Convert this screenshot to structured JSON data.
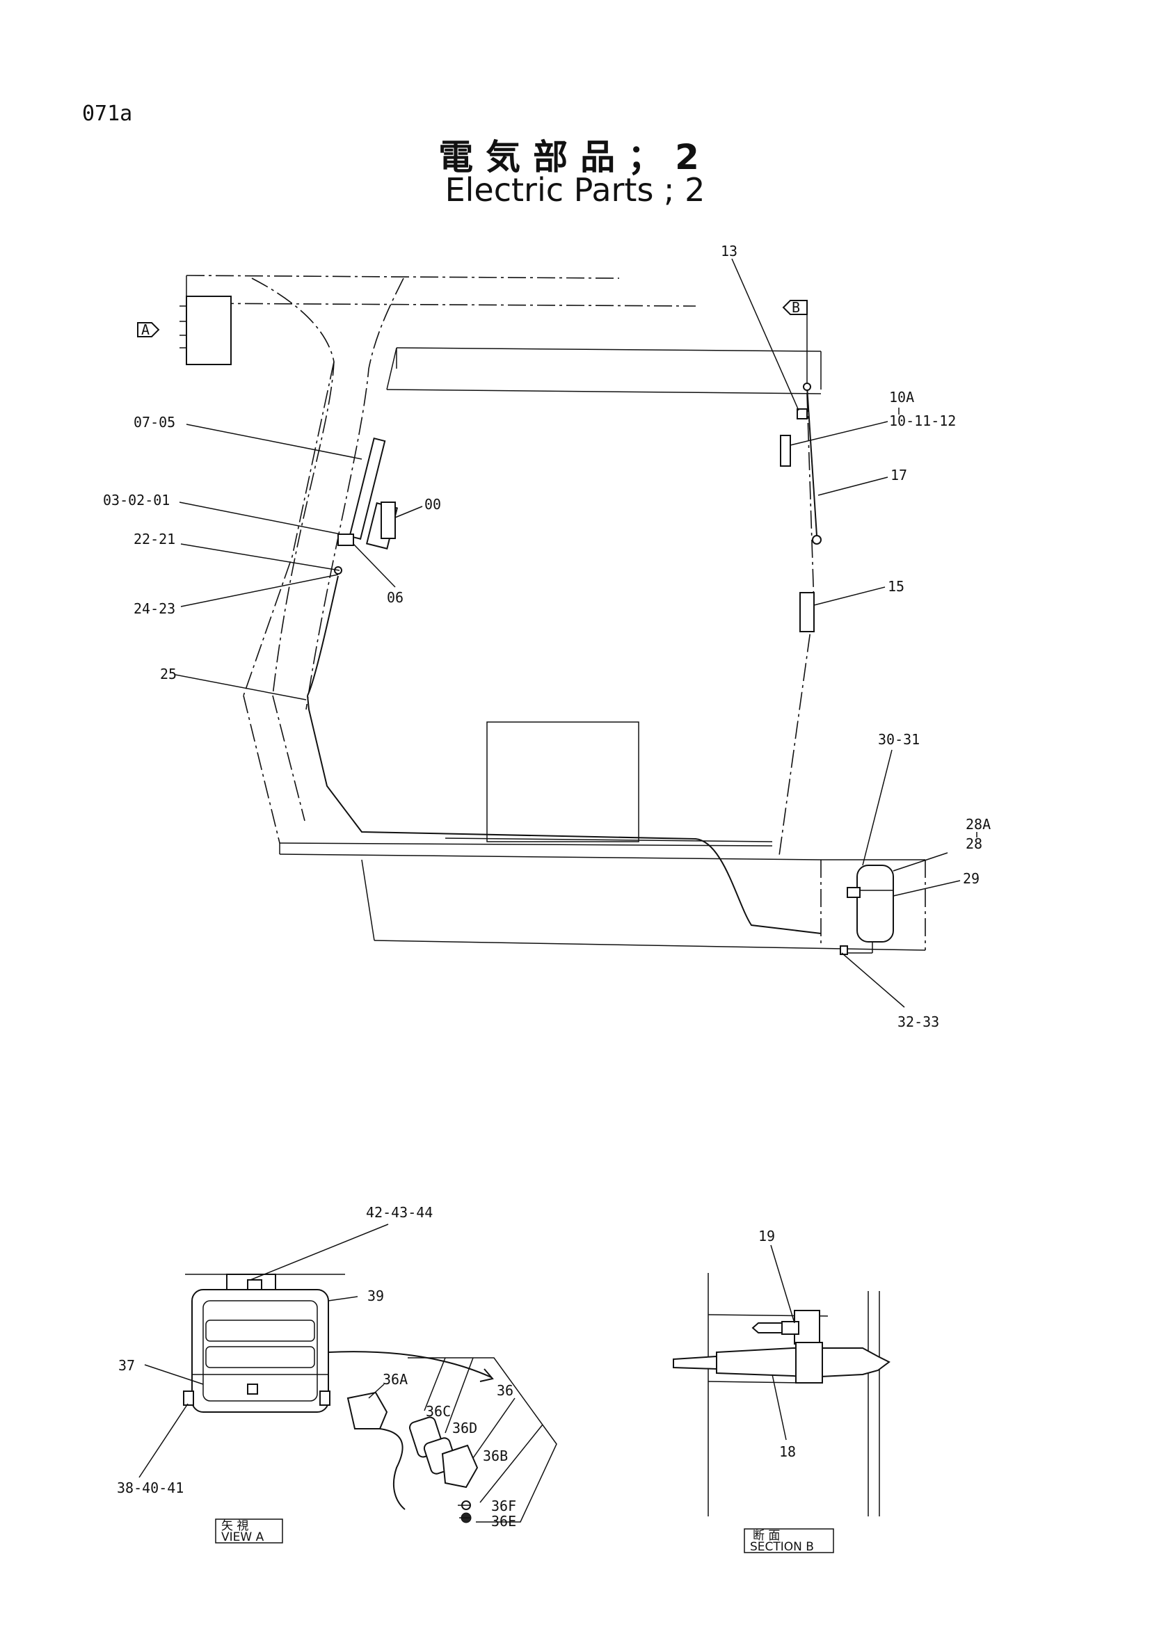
{
  "page_number": "071a",
  "title_jp": "電気部品；2",
  "title_en": "Electric Parts ; 2",
  "view_markers": {
    "a": "A",
    "b": "B"
  },
  "callouts": {
    "c0705": "07-05",
    "c030201": "03-02-01",
    "c2221": "22-21",
    "c2423": "24-23",
    "c25": "25",
    "c00": "00",
    "c06": "06",
    "c13": "13",
    "c10a": "10A",
    "c101112": "10-11-12",
    "c17": "17",
    "c15": "15",
    "c3031": "30-31",
    "c28a": "28A",
    "c28": "28",
    "c29": "29",
    "c3233": "32-33",
    "c424344": "42-43-44",
    "c39": "39",
    "c37": "37",
    "c384041": "38-40-41",
    "c36": "36",
    "c36a": "36A",
    "c36c": "36C",
    "c36d": "36D",
    "c36b": "36B",
    "c36f": "36F",
    "c36e": "36E",
    "c19": "19",
    "c18": "18"
  },
  "views": {
    "view_a_jp": "矢 視",
    "view_a_en": "VIEW A",
    "section_b_jp": "断 面",
    "section_b_en": "SECTION B"
  }
}
